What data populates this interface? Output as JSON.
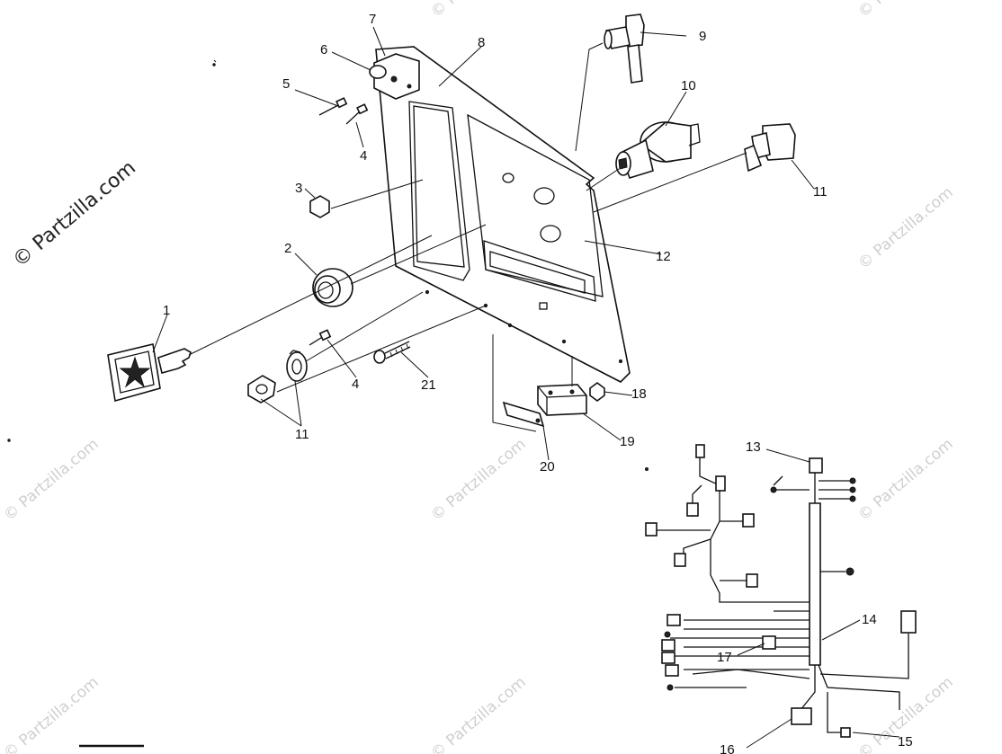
{
  "watermark": {
    "main": "© Partzilla.com",
    "faint": "© Partzilla.com"
  },
  "callouts": {
    "c1": "1",
    "c2": "2",
    "c3": "3",
    "c4a": "4",
    "c4b": "4",
    "c5": "5",
    "c6": "6",
    "c7": "7",
    "c8": "8",
    "c9": "9",
    "c10": "10",
    "c11a": "11",
    "c11b": "11",
    "c12": "12",
    "c13": "13",
    "c14": "14",
    "c15": "15",
    "c16": "16",
    "c17": "17",
    "c18": "18",
    "c19": "19",
    "c20": "20",
    "c21": "21"
  }
}
